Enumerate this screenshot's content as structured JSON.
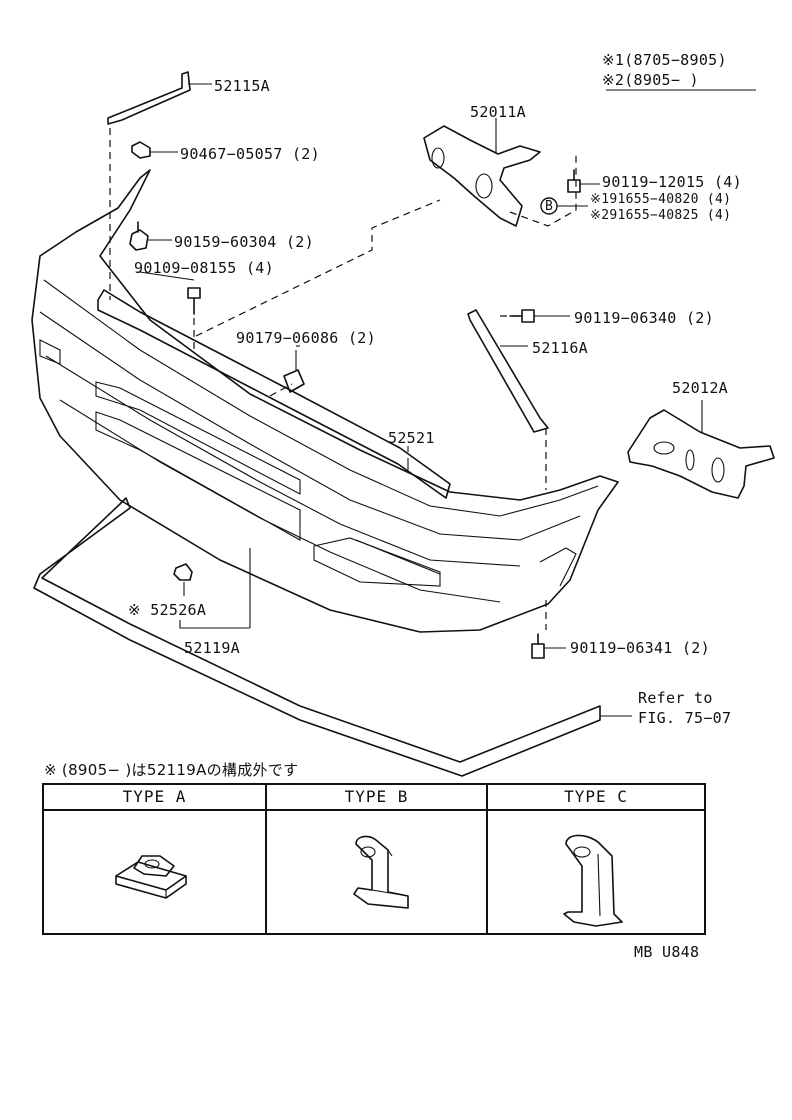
{
  "notes": {
    "note1": "※1(8705−8905)",
    "note2": "※2(8905−       )"
  },
  "parts": {
    "p52115A": "52115A",
    "p90467": "90467−05057 (2)",
    "p90159": "90159−60304 (2)",
    "p90109": "90109−08155 (4)",
    "p52011A": "52011A",
    "p90119_12015": "90119−12015 (4)",
    "p91655_40820": "※191655−40820 (4)",
    "p91655_40825": "※291655−40825 (4)",
    "p90179": "90179−06086 (2)",
    "p90119_06340": "90119−06340 (2)",
    "p52116A": "52116A",
    "p52012A": "52012A",
    "p52521": "52521",
    "p52526A": "※  52526A",
    "p52119A": "52119A",
    "p90119_06341": "90119−06341 (2)",
    "badge_b": "B"
  },
  "refer": {
    "line1": "Refer to",
    "line2": "FIG. 75−07"
  },
  "footnote": "※ (8905−      )は52119Aの構成外です",
  "types": {
    "a": "TYPE  A",
    "b": "TYPE  B",
    "c": "TYPE  C"
  },
  "code": "MB U848"
}
